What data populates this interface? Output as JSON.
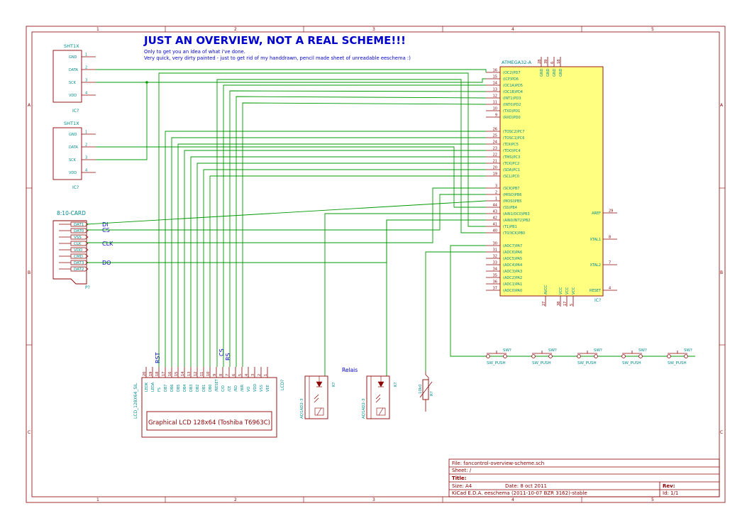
{
  "title": "JUST AN OVERVIEW, NOT A REAL SCHEME!!!",
  "subtitle_lines": [
    "Only to get you an idea of what i've done.",
    "Very quick, very dirty painted - just to get rid of my handdrawn, pencil made sheet of unreadable eeschema :)"
  ],
  "frame": {
    "columns": [
      "1",
      "2",
      "3",
      "4",
      "5"
    ],
    "rows": [
      "A",
      "B",
      "C"
    ]
  },
  "sht1": {
    "name": "SHT1X",
    "ref": "IC?",
    "pins": [
      {
        "num": "1",
        "name": "GND"
      },
      {
        "num": "2",
        "name": "DATA"
      },
      {
        "num": "3",
        "name": "SCK"
      },
      {
        "num": "4",
        "name": "VDD"
      }
    ]
  },
  "sht2": {
    "name": "SHT1X",
    "ref": "IC?",
    "pins": [
      {
        "num": "1",
        "name": "GND"
      },
      {
        "num": "2",
        "name": "DATA"
      },
      {
        "num": "3",
        "name": "SCK"
      },
      {
        "num": "4",
        "name": "VDD"
      }
    ]
  },
  "card": {
    "name": "8:10-CARD",
    "ref": "P?",
    "pins": [
      "DAT1",
      "DAT0",
      "VSS",
      "CLK",
      "VDD",
      "CMD",
      "DAT3",
      "DAT2"
    ],
    "net_labels": {
      "di": "DI",
      "cs": "CS",
      "clk": "CLK",
      "do": "DO"
    }
  },
  "mcu": {
    "name": "ATMEGA32-A",
    "ref": "IC?",
    "left_pins": [
      {
        "num": "16",
        "name": "(OC2)PD7"
      },
      {
        "num": "15",
        "name": "(ICP)PD6"
      },
      {
        "num": "14",
        "name": "(OC1A)PD5"
      },
      {
        "num": "13",
        "name": "(OC1B)PD4"
      },
      {
        "num": "12",
        "name": "(INT1)PD3"
      },
      {
        "num": "11",
        "name": "(INT0)PD2"
      },
      {
        "num": "10",
        "name": "(TXD)PD1"
      },
      {
        "num": "9",
        "name": "(RXD)PD0"
      },
      {
        "num": "26",
        "name": "(TOSC2)PC7"
      },
      {
        "num": "25",
        "name": "(TOSC1)PC6"
      },
      {
        "num": "24",
        "name": "(TDI)PC5"
      },
      {
        "num": "23",
        "name": "(TDO)PC4"
      },
      {
        "num": "22",
        "name": "(TMS)PC3"
      },
      {
        "num": "21",
        "name": "(TCK)PC2"
      },
      {
        "num": "20",
        "name": "(SDA)PC1"
      },
      {
        "num": "19",
        "name": "(SCL)PC0"
      },
      {
        "num": "3",
        "name": "(SCK)PB7"
      },
      {
        "num": "2",
        "name": "(MISO)PB6"
      },
      {
        "num": "1",
        "name": "(MOSI)PB5"
      },
      {
        "num": "44",
        "name": "(SS)PB4"
      },
      {
        "num": "43",
        "name": "(AIN1/OC0)PB3"
      },
      {
        "num": "42",
        "name": "(AIN0/INT2)PB2"
      },
      {
        "num": "41",
        "name": "(T1)PB1"
      },
      {
        "num": "40",
        "name": "(T0/XCK)PB0"
      },
      {
        "num": "30",
        "name": "(ADC7)PA7"
      },
      {
        "num": "31",
        "name": "(ADC6)PA6"
      },
      {
        "num": "32",
        "name": "(ADC5)PA5"
      },
      {
        "num": "33",
        "name": "(ADC4)PA4"
      },
      {
        "num": "34",
        "name": "(ADC3)PA3"
      },
      {
        "num": "35",
        "name": "(ADC2)PA2"
      },
      {
        "num": "36",
        "name": "(ADC1)PA1"
      },
      {
        "num": "37",
        "name": "(ADC0)PA0"
      }
    ],
    "top_pins": [
      {
        "num": "28",
        "name": "GND"
      },
      {
        "num": "39",
        "name": "GND"
      },
      {
        "num": "6",
        "name": "GND"
      },
      {
        "num": "18",
        "name": "GND"
      }
    ],
    "right_pins": [
      {
        "num": "29",
        "name": "AREF"
      },
      {
        "num": "8",
        "name": "XTAL1"
      },
      {
        "num": "7",
        "name": "XTAL2"
      },
      {
        "num": "4",
        "name": "RESET"
      }
    ],
    "bottom_pins": [
      {
        "num": "27",
        "name": "AVCC"
      },
      {
        "num": "38",
        "name": "VCC"
      },
      {
        "num": "17",
        "name": "VCC"
      },
      {
        "num": "5",
        "name": "VCC"
      }
    ]
  },
  "lcd": {
    "name": "LCD_128X64_SIL",
    "ref": "LCD?",
    "body_text": "Graphical LCD 128x64 (Toshiba T6963C)",
    "pins": [
      {
        "num": "20",
        "name": "LEDK"
      },
      {
        "num": "19",
        "name": "LEDA"
      },
      {
        "num": "18",
        "name": "FS"
      },
      {
        "num": "17",
        "name": "DB7"
      },
      {
        "num": "16",
        "name": "DB6"
      },
      {
        "num": "15",
        "name": "DB5"
      },
      {
        "num": "14",
        "name": "DB4"
      },
      {
        "num": "13",
        "name": "DB3"
      },
      {
        "num": "12",
        "name": "DB2"
      },
      {
        "num": "11",
        "name": "DB1"
      },
      {
        "num": "10",
        "name": "DB0"
      },
      {
        "num": "9",
        "name": "/RESET"
      },
      {
        "num": "8",
        "name": "C/D"
      },
      {
        "num": "7",
        "name": "/CE"
      },
      {
        "num": "6",
        "name": "/RD"
      },
      {
        "num": "5",
        "name": "/WR"
      },
      {
        "num": "4",
        "name": "VO"
      },
      {
        "num": "3",
        "name": "VDD"
      },
      {
        "num": "2",
        "name": "VSS"
      },
      {
        "num": "1",
        "name": "VEE"
      }
    ],
    "net_labels": {
      "rst": "RST",
      "cs": "CS",
      "rs": "RS"
    }
  },
  "relais": {
    "label": "Relais",
    "parts": [
      {
        "name": "AQ1AD2-3",
        "ref": "K?"
      },
      {
        "name": "AQ1AD2-3",
        "ref": "K?"
      }
    ]
  },
  "resistor": {
    "value": "10k0",
    "ref": "R?"
  },
  "switches": [
    {
      "ref": "SW?",
      "value": "SW_PUSH"
    },
    {
      "ref": "SW?",
      "value": "SW_PUSH"
    },
    {
      "ref": "SW?",
      "value": "SW_PUSH"
    },
    {
      "ref": "SW?",
      "value": "SW_PUSH"
    },
    {
      "ref": "SW?",
      "value": "SW_PUSH"
    }
  ],
  "title_block": {
    "file": "File: fancontrol-overview-scheme.sch",
    "sheet": "Sheet: /",
    "title": "Title:",
    "size": "Size: A4",
    "date": "Date: 8 oct 2011",
    "rev": "Rev:",
    "tool": "KiCad E.D.A.  eeschema (2011-10-07 BZR 3162)-stable",
    "id": "Id: 1/1"
  },
  "colors": {
    "frame": "#8b0000",
    "wire": "#009900",
    "pin_text": "#008b8b",
    "title": "#0000cc",
    "ic_fill": "#ffff80",
    "body": "#8b0000"
  }
}
